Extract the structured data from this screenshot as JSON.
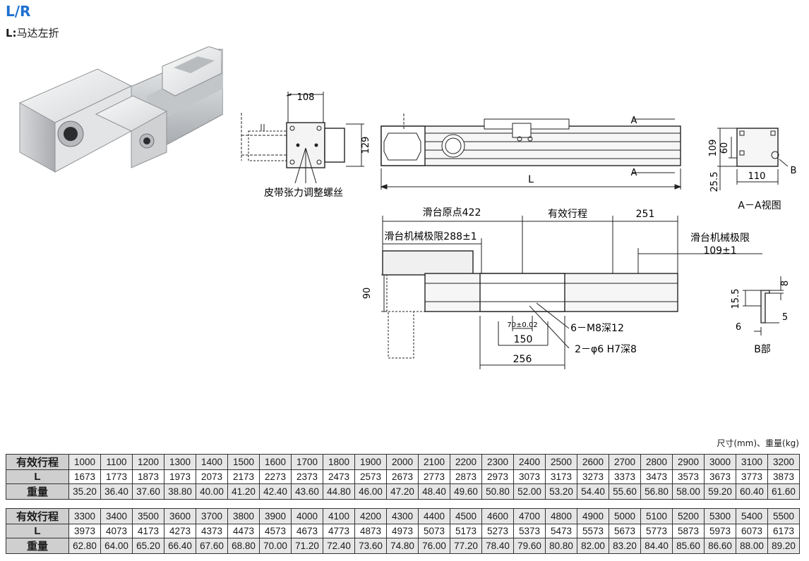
{
  "header": {
    "title": "L/R",
    "subtitle_prefix": "L:",
    "subtitle_text": "马达左折"
  },
  "drawing": {
    "labels": {
      "w108": "108",
      "h129": "129",
      "belt_note": "皮带张力调整螺丝",
      "L": "L",
      "A_top": "A",
      "A_bottom": "A",
      "h109": "109",
      "h60": "60",
      "h25_5": "25.5",
      "w110": "110",
      "B": "B",
      "aa_view": "A－A视图",
      "origin": "滑台原点422",
      "stroke": "有效行程",
      "d251": "251",
      "mech_left": "滑台机械极限288±1",
      "mech_right_1": "滑台机械极限",
      "mech_right_2": "109±1",
      "h90": "90",
      "tol70": "70±0.02",
      "m8": "6－M8深12",
      "d150": "150",
      "phi6": "2－φ6 H7深8",
      "d256": "256",
      "b8": "8",
      "b15_5": "15.5",
      "b6": "6",
      "b5": "5",
      "b_part": "B部"
    }
  },
  "unit_note": "尺寸(mm)、重量(kg)",
  "tables": [
    {
      "rows": [
        {
          "label": "有效行程",
          "values": [
            "1000",
            "1100",
            "1200",
            "1300",
            "1400",
            "1500",
            "1600",
            "1700",
            "1800",
            "1900",
            "2000",
            "2100",
            "2200",
            "2300",
            "2400",
            "2500",
            "2600",
            "2700",
            "2800",
            "2900",
            "3000",
            "3100",
            "3200"
          ]
        },
        {
          "label": "L",
          "values": [
            "1673",
            "1773",
            "1873",
            "1973",
            "2073",
            "2173",
            "2273",
            "2373",
            "2473",
            "2573",
            "2673",
            "2773",
            "2873",
            "2973",
            "3073",
            "3173",
            "3273",
            "3373",
            "3473",
            "3573",
            "3673",
            "3773",
            "3873"
          ]
        },
        {
          "label": "重量",
          "values": [
            "35.20",
            "36.40",
            "37.60",
            "38.80",
            "40.00",
            "41.20",
            "42.40",
            "43.60",
            "44.80",
            "46.00",
            "47.20",
            "48.40",
            "49.60",
            "50.80",
            "52.00",
            "53.20",
            "54.40",
            "55.60",
            "56.80",
            "58.00",
            "59.20",
            "60.40",
            "61.60"
          ]
        }
      ]
    },
    {
      "rows": [
        {
          "label": "有效行程",
          "values": [
            "3300",
            "3400",
            "3500",
            "3600",
            "3700",
            "3800",
            "3900",
            "4000",
            "4100",
            "4200",
            "4300",
            "4400",
            "4500",
            "4600",
            "4700",
            "4800",
            "4900",
            "5000",
            "5100",
            "5200",
            "5300",
            "5400",
            "5500"
          ]
        },
        {
          "label": "L",
          "values": [
            "3973",
            "4073",
            "4173",
            "4273",
            "4373",
            "4473",
            "4573",
            "4673",
            "4773",
            "4873",
            "4973",
            "5073",
            "5173",
            "5273",
            "5373",
            "5473",
            "5573",
            "5673",
            "5773",
            "5873",
            "5973",
            "6073",
            "6173"
          ]
        },
        {
          "label": "重量",
          "values": [
            "62.80",
            "64.00",
            "65.20",
            "66.40",
            "67.60",
            "68.80",
            "70.00",
            "71.20",
            "72.40",
            "73.60",
            "74.80",
            "76.00",
            "77.20",
            "78.40",
            "79.60",
            "80.80",
            "82.00",
            "83.20",
            "84.40",
            "85.60",
            "86.60",
            "88.00",
            "89.20"
          ]
        }
      ]
    }
  ]
}
